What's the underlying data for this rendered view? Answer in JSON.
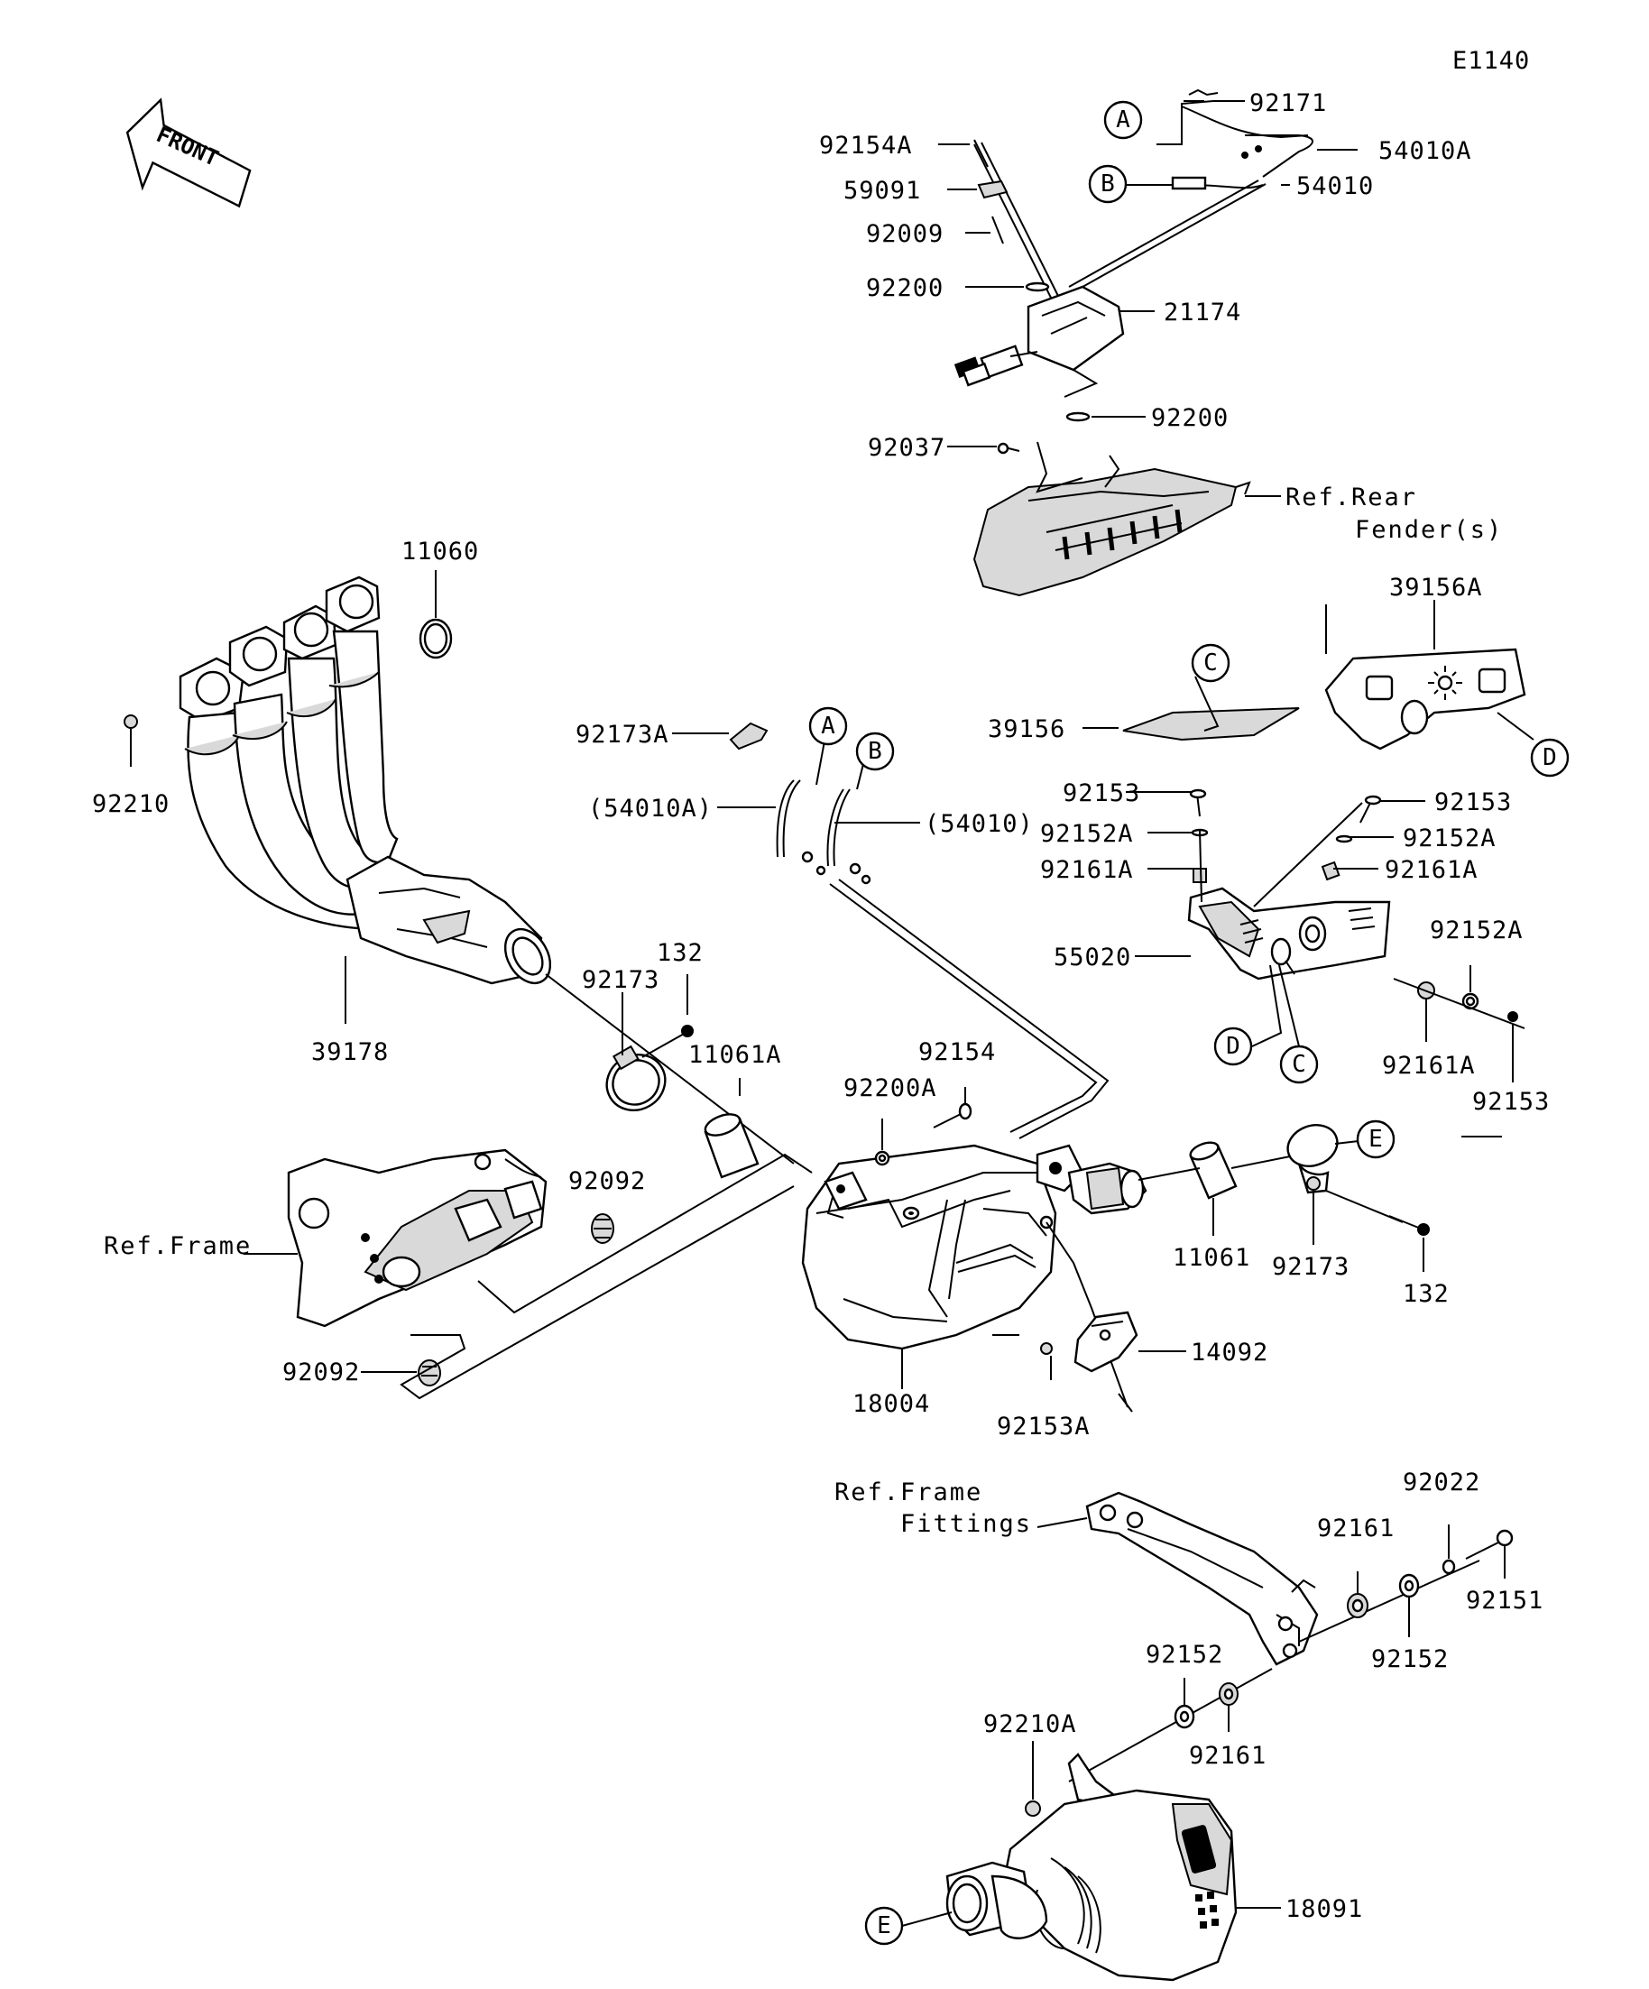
{
  "diagram_code": "E1140",
  "front_label": "FRONT",
  "callouts": {
    "A": "A",
    "B": "B",
    "C": "C",
    "D": "D",
    "E": "E"
  },
  "parts": {
    "p92171": "92171",
    "p54010A": "54010A",
    "p54010": "54010",
    "p92154A": "92154A",
    "p59091": "59091",
    "p92009": "92009",
    "p92200_top": "92200",
    "p21174": "21174",
    "p92200_mid": "92200",
    "p92037": "92037",
    "p11060": "11060",
    "p92210": "92210",
    "p39178": "39178",
    "p39156A": "39156A",
    "p39156": "39156",
    "p92173A": "92173A",
    "p54010A_paren": "(54010A)",
    "p54010_paren": "(54010)",
    "p92153_l": "92153",
    "p92152A_l": "92152A",
    "p92161A_l": "92161A",
    "p92153_r": "92153",
    "p92152A_r": "92152A",
    "p92161A_r": "92161A",
    "p55020": "55020",
    "p92152A_r2": "92152A",
    "p92161A_r2": "92161A",
    "p92153_r2": "92153",
    "p132_top": "132",
    "p92173_top": "92173",
    "p11061A": "11061A",
    "p92154": "92154",
    "p92200A": "92200A",
    "p92092_top": "92092",
    "p92092_bot": "92092",
    "p18004": "18004",
    "p92153A": "92153A",
    "p14092": "14092",
    "p11061": "11061",
    "p92173_r": "92173",
    "p132_r": "132",
    "p92022": "92022",
    "p92161_a": "92161",
    "p92151": "92151",
    "p92152_a": "92152",
    "p92152_b": "92152",
    "p92210A": "92210A",
    "p92161_b": "92161",
    "p18091": "18091"
  },
  "references": {
    "rear_fender_1": "Ref.Rear",
    "rear_fender_2": "Fender(s)",
    "frame": "Ref.Frame",
    "frame_fittings_1": "Ref.Frame",
    "frame_fittings_2": "Fittings"
  }
}
